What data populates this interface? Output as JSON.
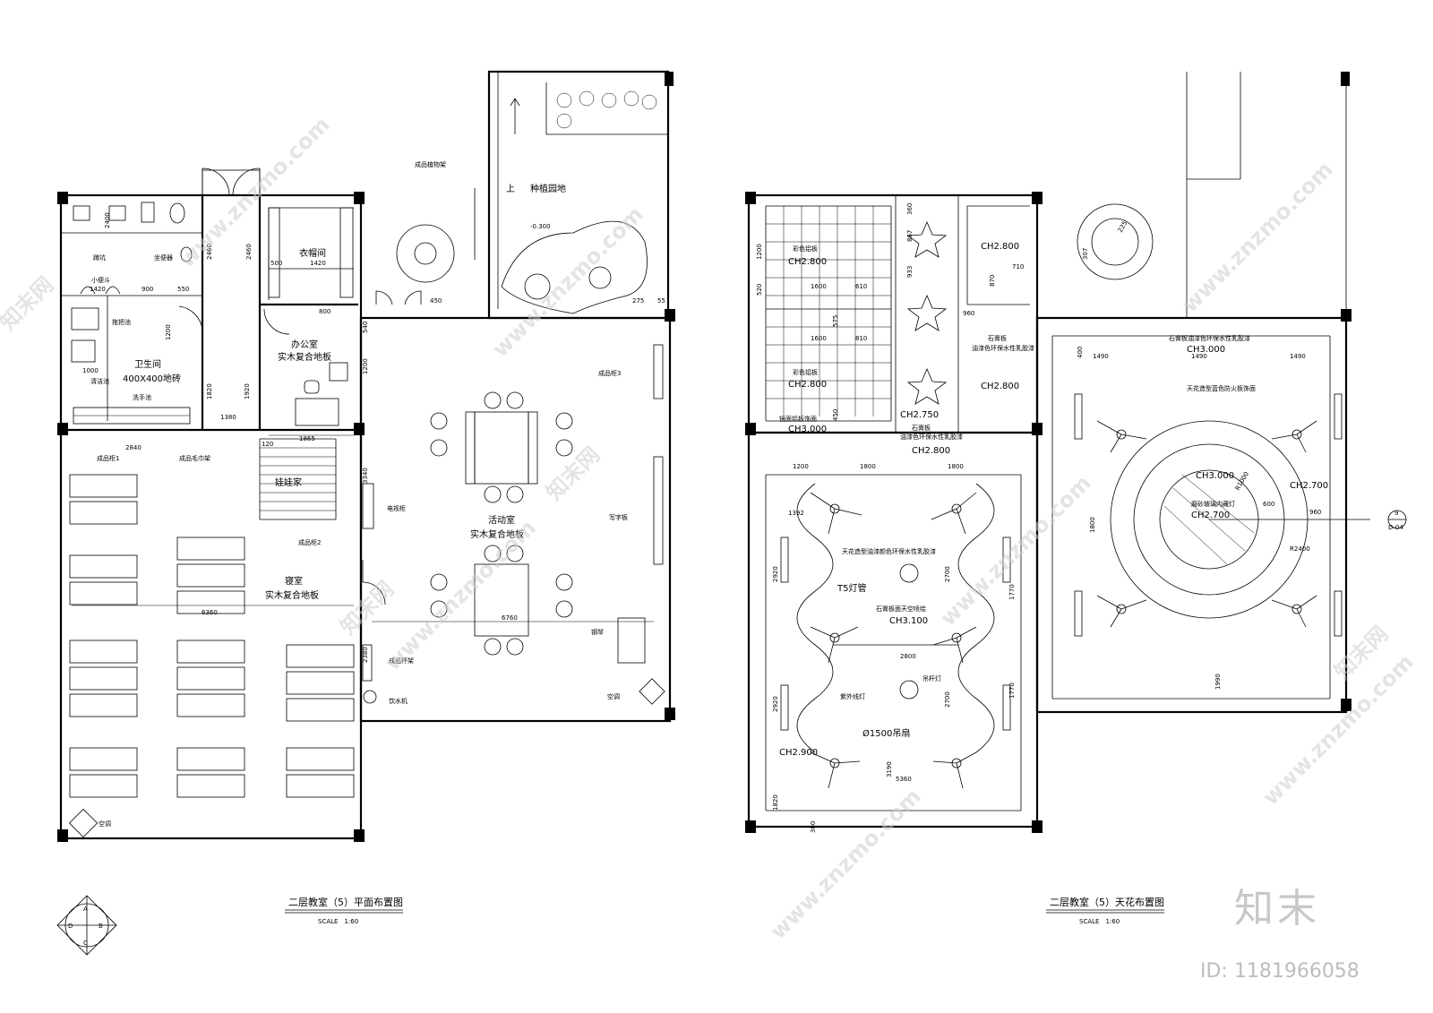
{
  "plan_left": {
    "title": "二层教室（5）平面布置图",
    "scale": "SCALE　1:60",
    "rooms": {
      "garden": "种植园地",
      "up": "上",
      "garden_level": "-0.300",
      "plant_rack": "成品植物架",
      "cloakroom": "衣帽间",
      "office": "办公室",
      "office_floor": "实木复合地板",
      "toilet": "卫生间",
      "toilet_floor": "400X400地砖",
      "doll_house": "娃娃家",
      "bedroom": "寝室",
      "bedroom_floor": "实木复合地板",
      "activity": "活动室",
      "activity_floor": "实木复合地板"
    },
    "fixtures": {
      "squat": "蹲坑",
      "toilet_seat": "坐便器",
      "urinal": "小便斗",
      "mop_pool": "拖把池",
      "clean_pool": "清洁池",
      "wash_basin": "洗手池",
      "cabinet1": "成品柜1",
      "towel_rack": "成品毛巾架",
      "cabinet2": "成品柜2",
      "cabinet3": "成品柜3",
      "tv_cabinet": "电视柜",
      "whiteboard": "写字板",
      "piano": "钢琴",
      "cup_rack": "成品杯架",
      "water_dispenser": "饮水机",
      "ac1": "空调",
      "ac2": "空调"
    },
    "dims": [
      "2400",
      "1420",
      "900",
      "550",
      "1200",
      "2460",
      "1000",
      "1920",
      "1820",
      "1380",
      "2840",
      "500",
      "1420",
      "1865",
      "120",
      "800",
      "3340",
      "6360",
      "6760",
      "2380",
      "2460",
      "450",
      "275",
      "55",
      "540",
      "1200"
    ]
  },
  "plan_right": {
    "title": "二层教室（5）天花布置图",
    "scale": "SCALE　1:60",
    "labels": {
      "color_steel1": "彩色铝板",
      "ch_a": "CH2.800",
      "color_steel2": "彩色铝板",
      "ch_b": "CH2.800",
      "mirror_ceiling": "镜面铝板饰面",
      "ch_c": "CH3.000",
      "ch_d": "CH2.800",
      "gypsum1": "石膏板",
      "gypsum1_paint": "油漆色环保水性乳胶漆",
      "ch_e": "CH2.800",
      "ch_f": "CH2.750",
      "gypsum2": "石膏板",
      "gypsum2_paint": "油漆色环保水性乳胶漆",
      "ch_g": "CH2.800",
      "gypsum_top": "石膏板油漆色环保水性乳胶漆",
      "ch_h": "CH3.000",
      "ceiling_blue": "天花造型蓝色防火板饰面",
      "ch_i": "CH3.000",
      "ch_j": "CH2.700",
      "frosted": "磨砂玻璃内藏灯",
      "ch_k": "CH2.700",
      "ceiling_wave": "天花造型油漆颜色环保水性乳胶漆",
      "t5": "T5灯管",
      "gypsum_flat": "石膏板面天空喷绘",
      "ch_l": "CH3.100",
      "fan": "Ø1500吊扇",
      "uv": "紫外线灯",
      "pendant": "吊杆灯",
      "ch_m": "CH2.900",
      "ref": "9",
      "ref_sub": "D-04"
    },
    "dims": [
      "1392",
      "2920",
      "2920",
      "1820",
      "300",
      "3190",
      "5360",
      "2800",
      "2700",
      "2700",
      "1770",
      "1770",
      "1200",
      "1800",
      "1800",
      "1490",
      "1490",
      "1490",
      "1800",
      "1990",
      "400",
      "960",
      "600",
      "R1000",
      "R2400",
      "225",
      "307",
      "360",
      "867",
      "933",
      "1600",
      "610",
      "1200",
      "575",
      "520",
      "450",
      "960",
      "870",
      "710",
      "1600",
      "810"
    ]
  },
  "compass": {
    "a": "A",
    "b": "B",
    "c": "C",
    "d": "D"
  },
  "watermark": {
    "site": "www.znzmo.com",
    "brand": "知末网"
  },
  "logo": "知末",
  "id_text": "ID: 1181966058"
}
